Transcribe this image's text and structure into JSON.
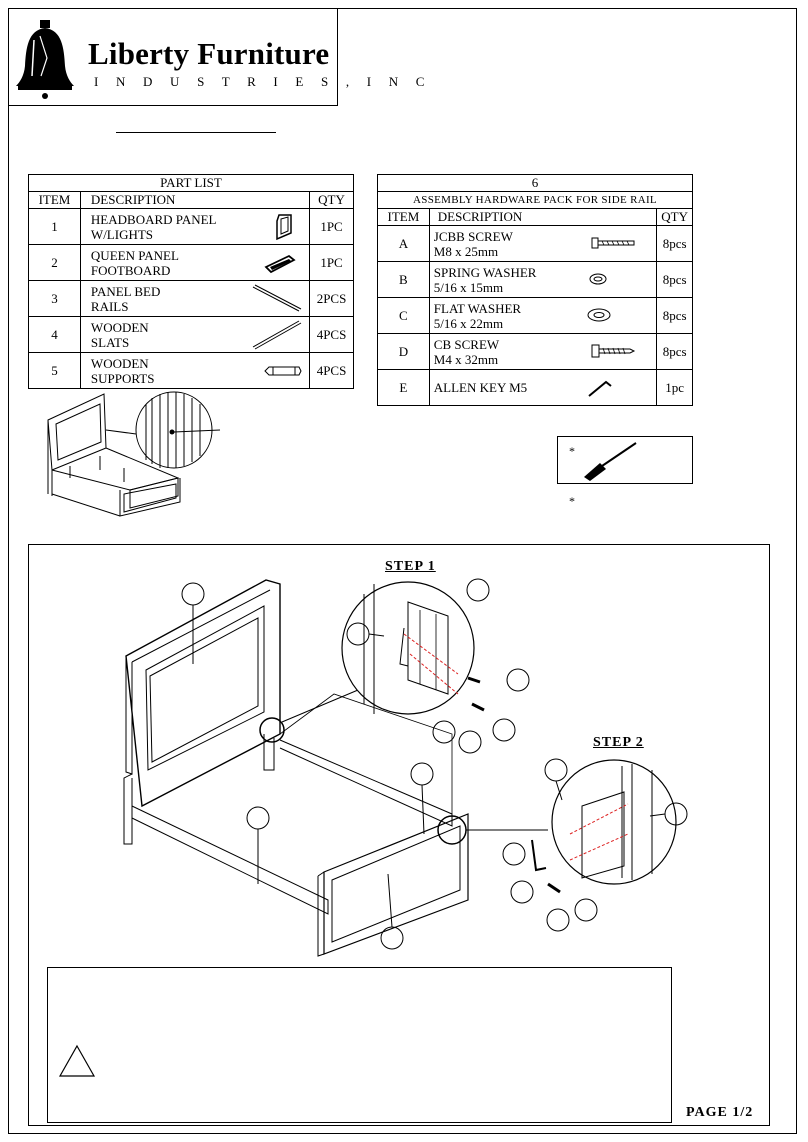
{
  "brand": {
    "name": "Liberty Furniture",
    "subtitle": "I N D U S T R I E S ,   I N C"
  },
  "part_list": {
    "title": "PART LIST",
    "headers": {
      "item": "ITEM",
      "description": "DESCRIPTION",
      "qty": "QTY"
    },
    "rows": [
      {
        "item": "1",
        "line1": "HEADBOARD PANEL",
        "line2": "W/LIGHTS",
        "qty": "1PC",
        "icon": "headboard-icon"
      },
      {
        "item": "2",
        "line1": "QUEEN PANEL",
        "line2": "FOOTBOARD",
        "qty": "1PC",
        "icon": "footboard-icon"
      },
      {
        "item": "3",
        "line1": "PANEL BED",
        "line2": "RAILS",
        "qty": "2PCS",
        "icon": "rail-icon"
      },
      {
        "item": "4",
        "line1": "WOODEN",
        "line2": "SLATS",
        "qty": "4PCS",
        "icon": "slat-icon"
      },
      {
        "item": "5",
        "line1": "WOODEN",
        "line2": "SUPPORTS",
        "qty": "4PCS",
        "icon": "support-icon"
      }
    ]
  },
  "hardware": {
    "number": "6",
    "title": "ASSEMBLY HARDWARE PACK FOR SIDE RAIL",
    "headers": {
      "item": "ITEM",
      "description": "DESCRIPTION",
      "qty": "QTY"
    },
    "rows": [
      {
        "item": "A",
        "line1": "JCBB SCREW",
        "line2": "M8 x 25mm",
        "qty": "8pcs",
        "icon": "jcbb-screw-icon"
      },
      {
        "item": "B",
        "line1": "SPRING WASHER",
        "line2": "5/16 x 15mm",
        "qty": "8pcs",
        "icon": "spring-washer-icon"
      },
      {
        "item": "C",
        "line1": "FLAT WASHER",
        "line2": "5/16 x 22mm",
        "qty": "8pcs",
        "icon": "flat-washer-icon"
      },
      {
        "item": "D",
        "line1": "CB SCREW",
        "line2": "M4 x 32mm",
        "qty": "8pcs",
        "icon": "cb-screw-icon"
      },
      {
        "item": "E",
        "line1": "ALLEN KEY M5",
        "line2": "",
        "qty": "1pc",
        "icon": "allen-key-icon"
      }
    ]
  },
  "tools": {
    "star1": "*",
    "star2": "*"
  },
  "steps": {
    "step1": "STEP 1",
    "step2": "STEP 2"
  },
  "footer": {
    "page": "PAGE 1/2"
  }
}
